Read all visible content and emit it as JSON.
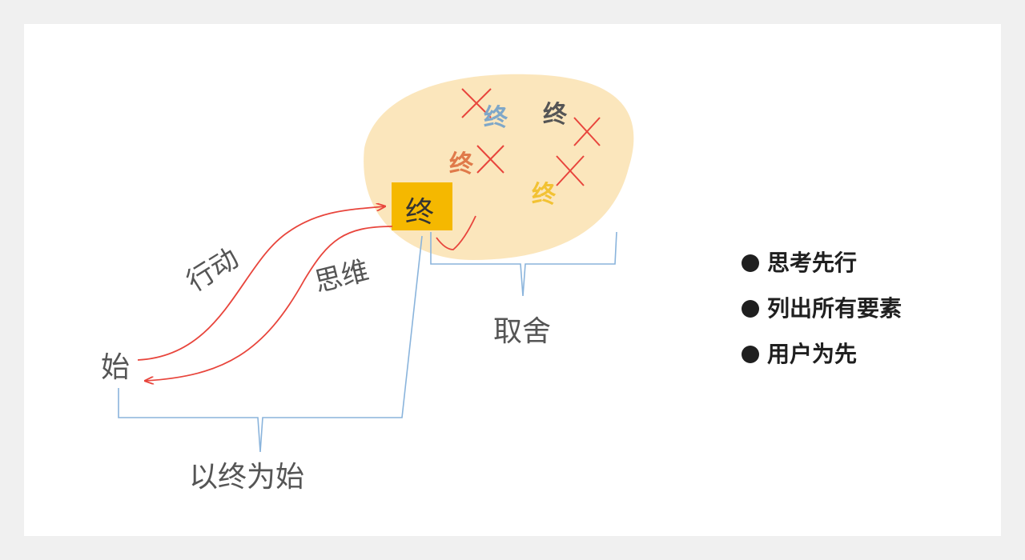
{
  "diagram": {
    "start_label": "始",
    "goal_label": "终",
    "action_label": "行动",
    "thinking_label": "思维",
    "tradeoff_label": "取舍",
    "begin_with_end_label": "以终为始",
    "candidates": [
      {
        "label": "终",
        "color": "#7fa7c8",
        "status": "rejected"
      },
      {
        "label": "终",
        "color": "#555555",
        "status": "rejected"
      },
      {
        "label": "终",
        "color": "#e07a4a",
        "status": "rejected"
      },
      {
        "label": "终",
        "color": "#f2c234",
        "status": "rejected"
      }
    ],
    "colors": {
      "blob": "#fbe3b5",
      "goal_box": "#f5b800",
      "arrow": "#e8453c",
      "bracket": "#8ab4dc",
      "cross": "#e8453c"
    }
  },
  "bullets": [
    {
      "text": "思考先行"
    },
    {
      "text": "列出所有要素"
    },
    {
      "text": "用户为先"
    }
  ]
}
